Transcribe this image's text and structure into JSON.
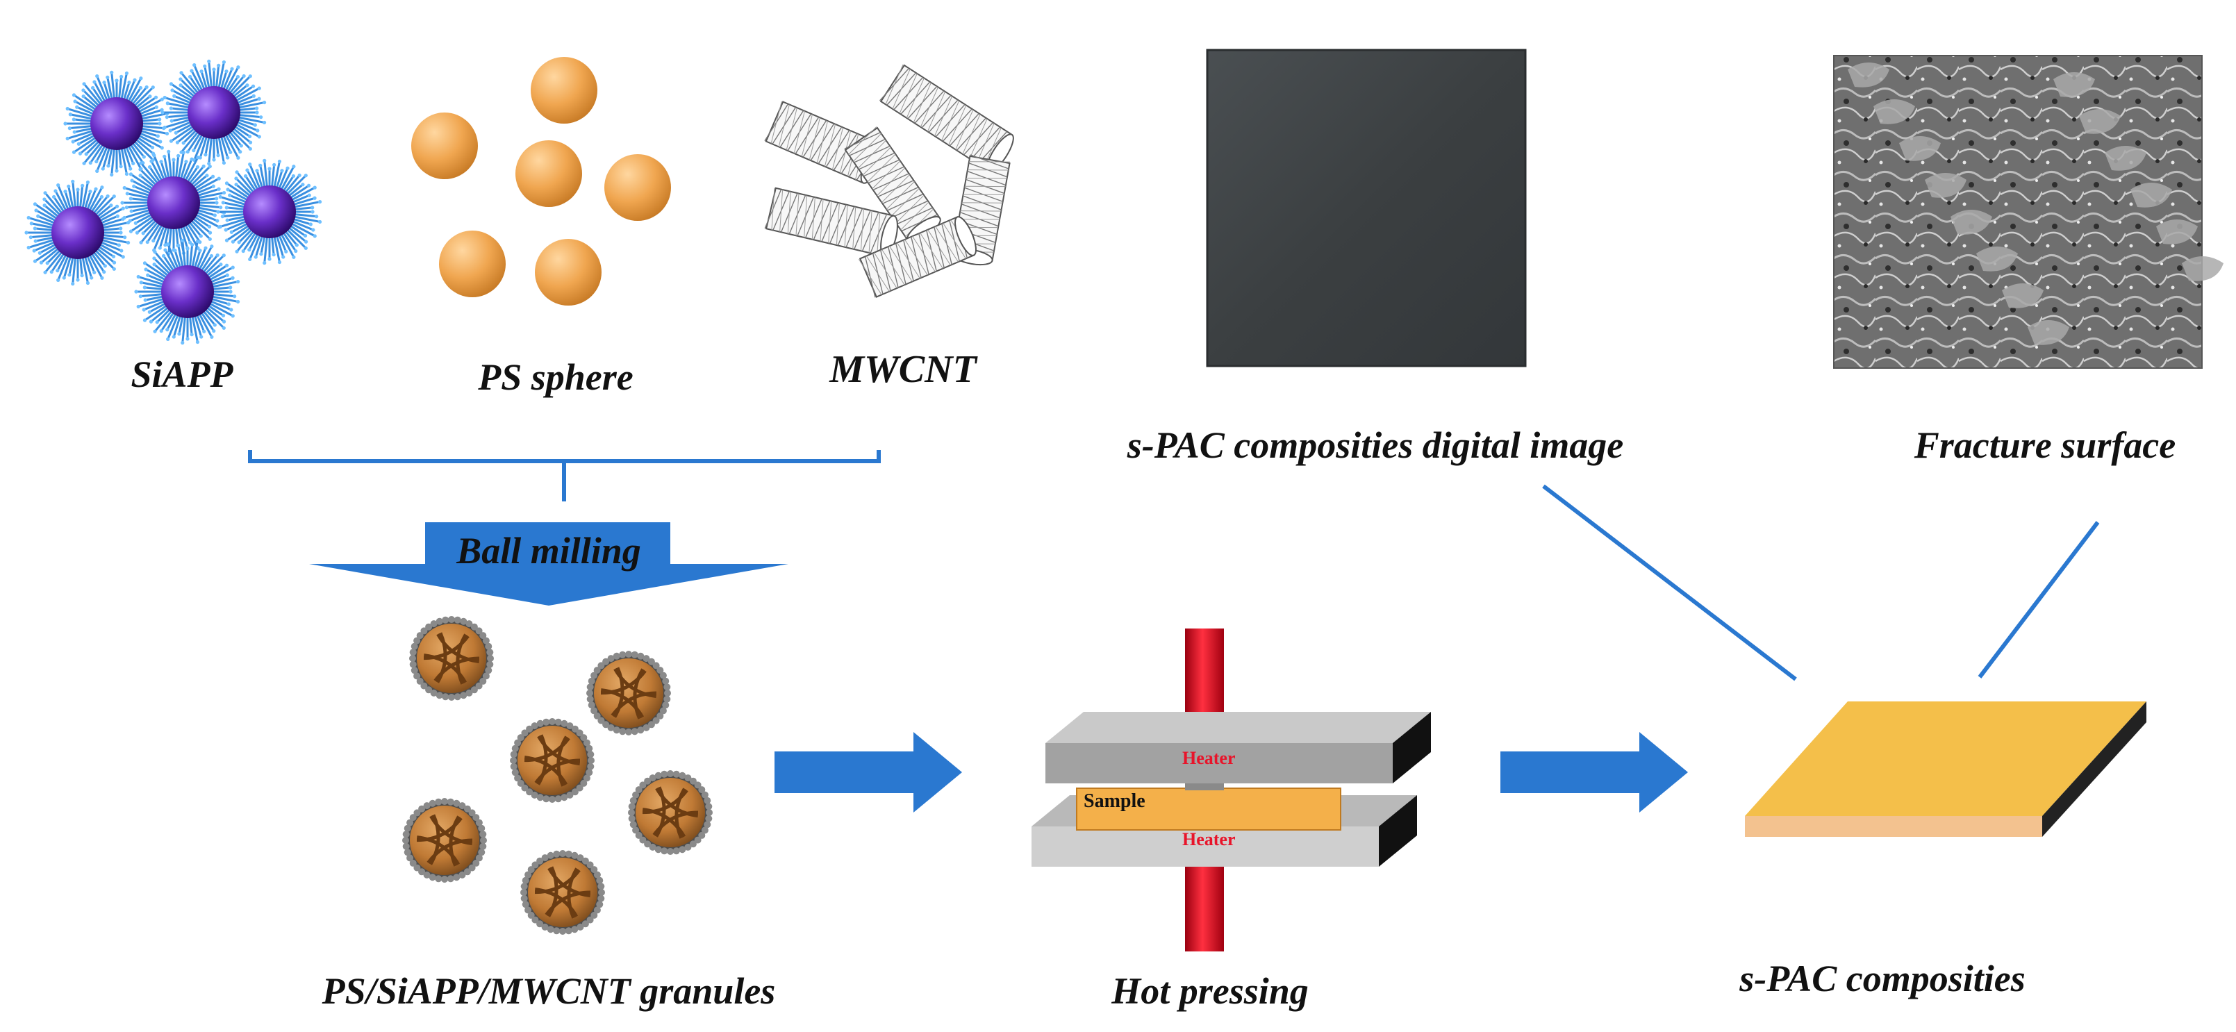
{
  "labels": {
    "siapp": "SiAPP",
    "ps_sphere": "PS sphere",
    "mwcnt": "MWCNT",
    "ball_milling": "Ball milling",
    "granules": "PS/SiAPP/MWCNT granules",
    "hot_pressing": "Hot pressing",
    "heater_top": "Heater",
    "heater_bottom": "Heater",
    "sample": "Sample",
    "composites": "s-PAC composities",
    "digital_image": "s-PAC composities digital image",
    "fracture_surface": "Fracture surface"
  },
  "colors": {
    "arrow_blue": "#2a78d0",
    "siapp_core": "#6a2fc9",
    "siapp_hair": "#3a8fe0",
    "ps_sphere": "#f0a650",
    "cnt_line": "#555555",
    "granule": "#c9843f",
    "heater_rod": "#e01020",
    "plate_gray": "#a8a8a8",
    "sample_orange": "#f4b04a",
    "composite_top": "#f4bf4a",
    "composite_side": "#f3c28f",
    "digital_photo": "#3e4244",
    "sem_photo": "#7d7d7d"
  }
}
